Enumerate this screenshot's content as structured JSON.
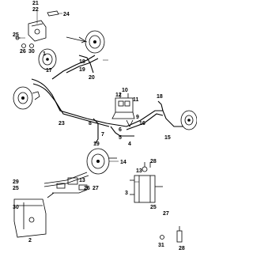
{
  "callouts": {
    "c21": "21",
    "c22": "22",
    "c24": "24",
    "c25a": "25",
    "c26a": "26",
    "c30a": "30",
    "c1": "1",
    "c17": "17",
    "c18a": "18",
    "c19a": "19",
    "c20": "20",
    "c23": "23",
    "c8": "8",
    "c7": "7",
    "c18b": "18",
    "c12": "12",
    "c10": "10",
    "c11": "11",
    "c9": "9",
    "c15": "15",
    "c16": "16",
    "c6": "6",
    "c5": "5",
    "c4": "4",
    "c19b": "19",
    "c14": "14",
    "c3": "3",
    "c13a": "13",
    "c28a": "28",
    "c29": "29",
    "c25b": "25",
    "c13b": "13",
    "c26b": "26",
    "c27a": "27",
    "c25c": "25",
    "c27b": "27",
    "c30b": "30",
    "c2": "2",
    "c31": "31",
    "c28b": "28"
  },
  "colors": {
    "ink": "#000000",
    "paper": "#ffffff"
  }
}
